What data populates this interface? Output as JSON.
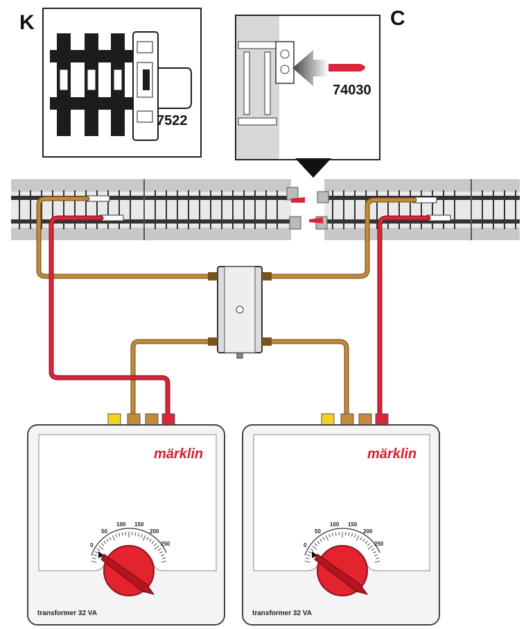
{
  "labels": {
    "track_k": "K",
    "track_c": "C",
    "part_k": "7522",
    "part_c": "74030"
  },
  "transformers": [
    {
      "brand": "märklin",
      "model": "transformer 32 VA",
      "scale": [
        "0",
        "50",
        "100",
        "150",
        "200",
        "250"
      ]
    },
    {
      "brand": "märklin",
      "model": "transformer 32 VA",
      "scale": [
        "0",
        "50",
        "100",
        "150",
        "200",
        "250"
      ]
    }
  ],
  "colors": {
    "brown_wire": "#c48a3a",
    "red_wire": "#d9263a",
    "brand_red": "#d61f2c",
    "track_grey": "#c8c8c8",
    "tie_dark": "#222222",
    "knob_red": "#e3232d"
  },
  "icons": {
    "separation_marker": "down-triangle-icon",
    "distribution_box": "junction-box-icon",
    "insulator": "red-insulator-icon"
  }
}
